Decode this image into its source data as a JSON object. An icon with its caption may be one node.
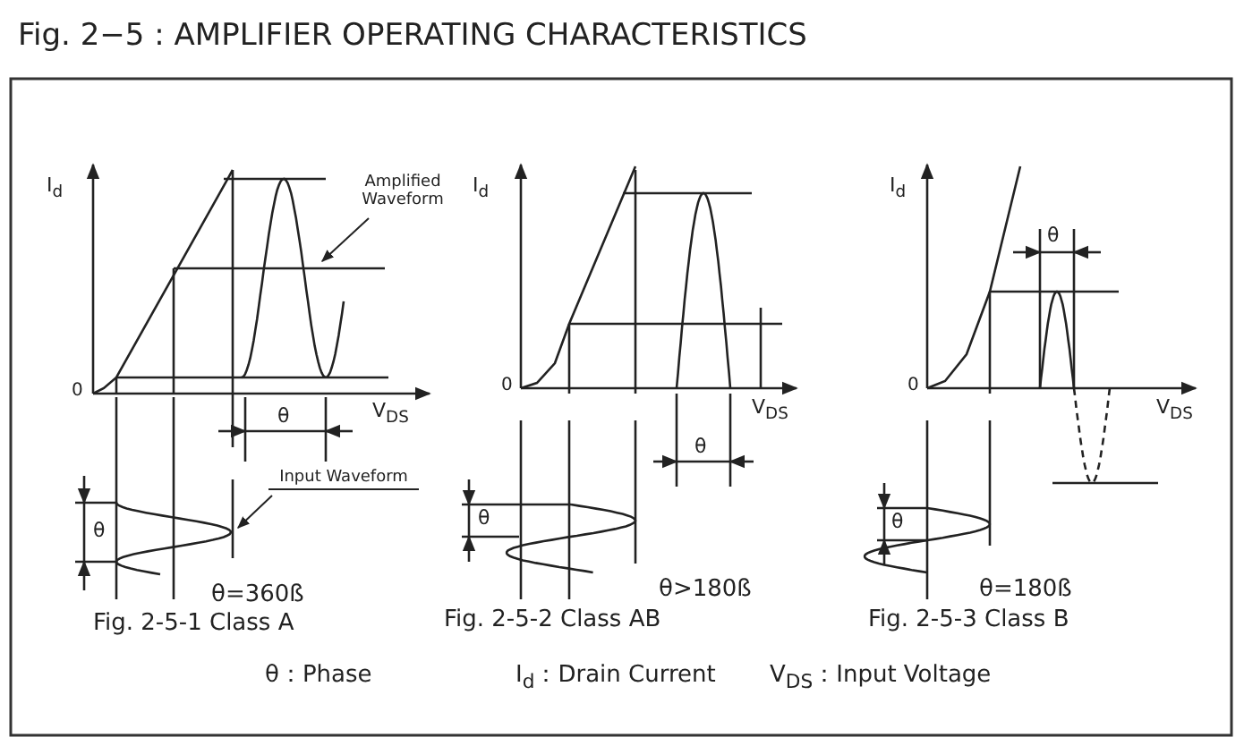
{
  "diagram": {
    "title": "Fig. 2−5 : AMPLIFIER OPERATING CHARACTERISTICS",
    "nodes": [
      {
        "text": [
          "Amplified Waveform"
        ]
      },
      {
        "text": [
          "Input Waveform"
        ]
      },
      {
        "text": [],
        "shape": "curve"
      },
      {
        "text": [],
        "shape": "curve"
      }
    ],
    "edges": [
      {
        "from": 0,
        "to": 2,
        "arrow": "to"
      },
      {
        "from": 1,
        "to": 3,
        "arrow": "to"
      }
    ],
    "labels": [
      "I$_{d}$",
      "0",
      "θ",
      "V$_{DS}$",
      "θ",
      "θ=360ß",
      "Fig. 2-5-1 Class A",
      "I$_{d}$",
      "0",
      "V$_{DS}$",
      "θ",
      "θ",
      "θ>180ß",
      "Fig. 2-5-2 Class AB",
      "I$_{d}$",
      "θ",
      "0",
      "V$_{DS}$",
      "θ",
      "θ=180ß",
      "Fig. 2-5-3 Class B",
      "θ：Phase",
      "I$_{d}$：Drain Current",
      "V$_{DS}$：Input Voltage"
    ]
  }
}
